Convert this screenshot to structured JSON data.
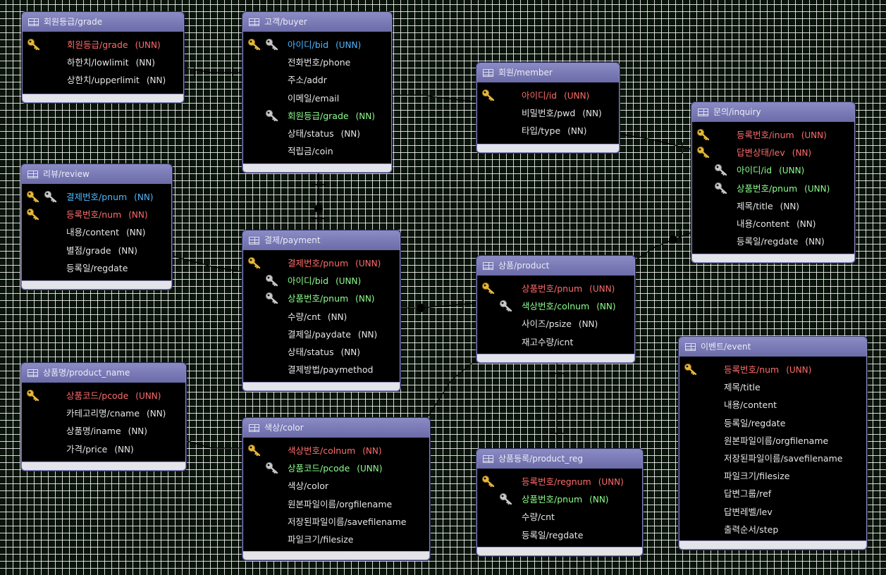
{
  "entities": {
    "grade": {
      "title": "회원등급/grade",
      "columns": [
        {
          "label": "회원등급/grade",
          "constraint": "(UNN)",
          "key": "pk"
        },
        {
          "label": "하한치/lowlimit",
          "constraint": "(NN)",
          "key": ""
        },
        {
          "label": "상한치/upperlimit",
          "constraint": "(NN)",
          "key": ""
        }
      ]
    },
    "buyer": {
      "title": "고객/buyer",
      "columns": [
        {
          "label": "아이디/bid",
          "constraint": "(UNN)",
          "key": "pkfk"
        },
        {
          "label": "전화번호/phone",
          "constraint": "",
          "key": ""
        },
        {
          "label": "주소/addr",
          "constraint": "",
          "key": ""
        },
        {
          "label": "이메일/email",
          "constraint": "",
          "key": ""
        },
        {
          "label": "회원등급/grade",
          "constraint": "(NN)",
          "key": "fk"
        },
        {
          "label": "상태/status",
          "constraint": "(NN)",
          "key": ""
        },
        {
          "label": "적립금/coin",
          "constraint": "",
          "key": ""
        }
      ]
    },
    "member": {
      "title": "회원/member",
      "columns": [
        {
          "label": "아이디/id",
          "constraint": "(UNN)",
          "key": "pk"
        },
        {
          "label": "비밀번호/pwd",
          "constraint": "(NN)",
          "key": ""
        },
        {
          "label": "타입/type",
          "constraint": "(NN)",
          "key": ""
        }
      ]
    },
    "inquiry": {
      "title": "문의/inquiry",
      "columns": [
        {
          "label": "등록번호/inum",
          "constraint": "(UNN)",
          "key": "pk"
        },
        {
          "label": "답변상태/lev",
          "constraint": "(NN)",
          "key": "pk"
        },
        {
          "label": "아이디/id",
          "constraint": "(UNN)",
          "key": "fk"
        },
        {
          "label": "상품번호/pnum",
          "constraint": "(UNN)",
          "key": "fk"
        },
        {
          "label": "제목/title",
          "constraint": "(NN)",
          "key": ""
        },
        {
          "label": "내용/content",
          "constraint": "(NN)",
          "key": ""
        },
        {
          "label": "등록일/regdate",
          "constraint": "(NN)",
          "key": ""
        }
      ]
    },
    "review": {
      "title": "리뷰/review",
      "columns": [
        {
          "label": "결제번호/pnum",
          "constraint": "(NN)",
          "key": "pkfk"
        },
        {
          "label": "등록번호/num",
          "constraint": "(NN)",
          "key": "pk"
        },
        {
          "label": "내용/content",
          "constraint": "(NN)",
          "key": ""
        },
        {
          "label": "별점/grade",
          "constraint": "(NN)",
          "key": ""
        },
        {
          "label": "등록일/regdate",
          "constraint": "",
          "key": ""
        }
      ]
    },
    "payment": {
      "title": "결제/payment",
      "columns": [
        {
          "label": "결제번호/pnum",
          "constraint": "(UNN)",
          "key": "pk"
        },
        {
          "label": "아이디/bid",
          "constraint": "(UNN)",
          "key": "fk"
        },
        {
          "label": "상품번호/pnum",
          "constraint": "(NN)",
          "key": "fk"
        },
        {
          "label": "수량/cnt",
          "constraint": "(NN)",
          "key": ""
        },
        {
          "label": "결제일/paydate",
          "constraint": "(NN)",
          "key": ""
        },
        {
          "label": "상태/status",
          "constraint": "(NN)",
          "key": ""
        },
        {
          "label": "결제방법/paymethod",
          "constraint": "",
          "key": ""
        }
      ]
    },
    "product": {
      "title": "상품/product",
      "columns": [
        {
          "label": "상품번호/pnum",
          "constraint": "(UNN)",
          "key": "pk"
        },
        {
          "label": "색상번호/colnum",
          "constraint": "(NN)",
          "key": "fk"
        },
        {
          "label": "사이즈/psize",
          "constraint": "(NN)",
          "key": ""
        },
        {
          "label": "재고수량/icnt",
          "constraint": "",
          "key": ""
        }
      ]
    },
    "event": {
      "title": "이벤트/event",
      "columns": [
        {
          "label": "등록번호/num",
          "constraint": "(UNN)",
          "key": "pk"
        },
        {
          "label": "제목/title",
          "constraint": "",
          "key": ""
        },
        {
          "label": "내용/content",
          "constraint": "",
          "key": ""
        },
        {
          "label": "등록일/regdate",
          "constraint": "",
          "key": ""
        },
        {
          "label": "원본파일이름/orgfilename",
          "constraint": "",
          "key": ""
        },
        {
          "label": "저장된파일이름/savefilename",
          "constraint": "",
          "key": ""
        },
        {
          "label": "파일크기/filesize",
          "constraint": "",
          "key": ""
        },
        {
          "label": "답변그룹/ref",
          "constraint": "",
          "key": ""
        },
        {
          "label": "답변레벨/lev",
          "constraint": "",
          "key": ""
        },
        {
          "label": "출력순서/step",
          "constraint": "",
          "key": ""
        }
      ]
    },
    "product_name": {
      "title": "상품명/product_name",
      "columns": [
        {
          "label": "상품코드/pcode",
          "constraint": "(UNN)",
          "key": "pk"
        },
        {
          "label": "카테고리명/cname",
          "constraint": "(NN)",
          "key": ""
        },
        {
          "label": "상품명/iname",
          "constraint": "(NN)",
          "key": ""
        },
        {
          "label": "가격/price",
          "constraint": "(NN)",
          "key": ""
        }
      ]
    },
    "color": {
      "title": "색상/color",
      "columns": [
        {
          "label": "색상번호/colnum",
          "constraint": "(NN)",
          "key": "pk"
        },
        {
          "label": "상품코드/pcode",
          "constraint": "(UNN)",
          "key": "fk"
        },
        {
          "label": "색상/color",
          "constraint": "",
          "key": ""
        },
        {
          "label": "원본파일이름/orgfilename",
          "constraint": "",
          "key": ""
        },
        {
          "label": "저장된파일이름/savefilename",
          "constraint": "",
          "key": ""
        },
        {
          "label": "파일크기/filesize",
          "constraint": "",
          "key": ""
        }
      ]
    },
    "product_reg": {
      "title": "상품등록/product_reg",
      "columns": [
        {
          "label": "등록번호/regnum",
          "constraint": "(UNN)",
          "key": "pk"
        },
        {
          "label": "상품번호/pnum",
          "constraint": "(NN)",
          "key": "fk"
        },
        {
          "label": "수량/cnt",
          "constraint": "",
          "key": ""
        },
        {
          "label": "등록일/regdate",
          "constraint": "",
          "key": ""
        }
      ]
    }
  },
  "colors": {
    "primary_key": "#ff6b6b",
    "foreign_key": "#8cff8c",
    "primary_foreign_key": "#4fb8ff",
    "plain": "#e6e6e6",
    "header": "#7b7bb8"
  },
  "icons": {
    "primary_key": "gold-key-icon",
    "foreign_key": "silver-key-icon",
    "table": "table-icon"
  }
}
